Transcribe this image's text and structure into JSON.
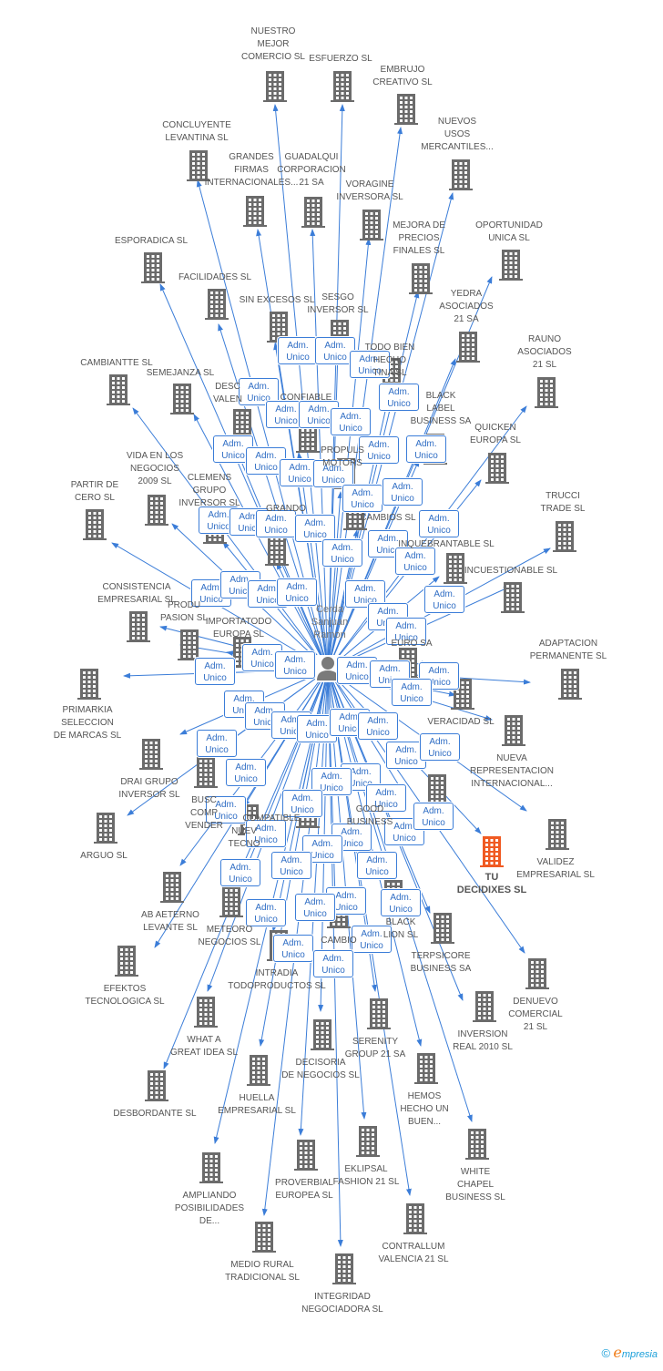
{
  "colors": {
    "edge": "#3b7dd8",
    "building": "#6b6b6b",
    "highlight": "#f05a22",
    "person": "#7a7a7a"
  },
  "center": {
    "label": "Cerda\nSanjuan\nRamon",
    "icon": "person-icon"
  },
  "role_label": "Adm.\nUnico",
  "highlight": {
    "label": "TU\nDECIDIXES SL"
  },
  "companies": [
    "NUESTRO\nMEJOR\nCOMERCIO SL",
    "ESFUERZO SL",
    "EMBRUJO\nCREATIVO SL",
    "NUEVOS\nUSOS\nMERCANTILES...",
    "CONCLUYENTE\nLEVANTINA SL",
    "GRANDES\nFIRMAS\nINTERNACIONALES...",
    "GUADALQUI\nCORPORACION\n21 SA",
    "VORAGINE\nINVERSORA SL",
    "MEJORA DE\nPRECIOS\nFINALES SL",
    "OPORTUNIDAD\nUNICA SL",
    "ESPORADICA SL",
    "FACILIDADES SL",
    "SIN EXCESOS SL",
    "SESGO\nINVERSOR SL",
    "YEDRA\nASOCIADOS\n21 SA",
    "TODO BIEN\nHECHO\nTINA SL",
    "RAUNO\nASOCIADOS\n21 SL",
    "CAMBIANTTE SL",
    "SEMEJANZA SL",
    "DESC\nVALEN",
    "CONFIABLE",
    "BLACK\nLABEL\nBUSINESS SA",
    "QUICKEN\nEUROPA SL",
    "VIDA EN LOS\nNEGOCIOS\n2009 SL",
    "CLEMENS\nGRUPO\nINVERSOR SL",
    "PROPULS\nMOTORS",
    "TRUCCI\nTRADE SL",
    "PARTIR DE\nCERO SL",
    "GRANDO",
    "CAMBIOS SL",
    "INQUEBRANTABLE SL",
    "INCUESTIONABLE SL",
    "CONSISTENCIA\nEMPRESARIAL SL",
    "PRODU\nPASION SL",
    "IMPORTATODO\nEUROPA SL",
    "EURO SA",
    "ADAPTACION\nPERMANENTE SL",
    "PRIMARKIA\nSELECCION\nDE MARCAS SL",
    "VERACIDAD SL",
    "NUEVA\nREPRESENTACION\nINTERNACIONAL...",
    "DRAI GRUPO\nINVERSOR SL",
    "BUSC\nCOMP\nVENDER",
    "ARGUO SL",
    "NUEV\nTECNO",
    "COMPATIBLE",
    "GOOD\nBUSINESS",
    "VALIDEZ\nEMPRESARIAL SL",
    "AB AETERNO\nLEVANTE SL",
    "METEORO\nNEGOCIOS SL",
    "CAMBIO",
    "BLACK\nLION SL",
    "TERPSICORE\nBUSINESS SA",
    "EFEKTOS\nTECNOLOGICA SL",
    "INTRADIA\nTODOPRODUCTOS SL",
    "DENUEVO\nCOMERCIAL\n21 SL",
    "INVERSION\nREAL 2010 SL",
    "WHAT A\nGREAT IDEA SL",
    "SERENITY\nGROUP 21 SA",
    "DECISORIA\nDE NEGOCIOS SL",
    "HEMOS\nHECHO UN\nBUEN...",
    "DESBORDANTE SL",
    "HUELLA\nEMPRESARIAL SL",
    "AMPLIANDO\nPOSIBILIDADES\nDE...",
    "PROVERBIAL\nEUROPEA SL",
    "EKLIPSAL\nFASHION 21 SL",
    "WHITE\nCHAPEL\nBUSINESS SL",
    "CONTRALLUM\nVALENCIA 21 SL",
    "MEDIO RURAL\nTRADICIONAL SL",
    "INTEGRIDAD\nNEGOCIADORA SL"
  ],
  "footer": {
    "copyright": "©",
    "brand_e": "e",
    "brand_rest": "mpresia"
  }
}
